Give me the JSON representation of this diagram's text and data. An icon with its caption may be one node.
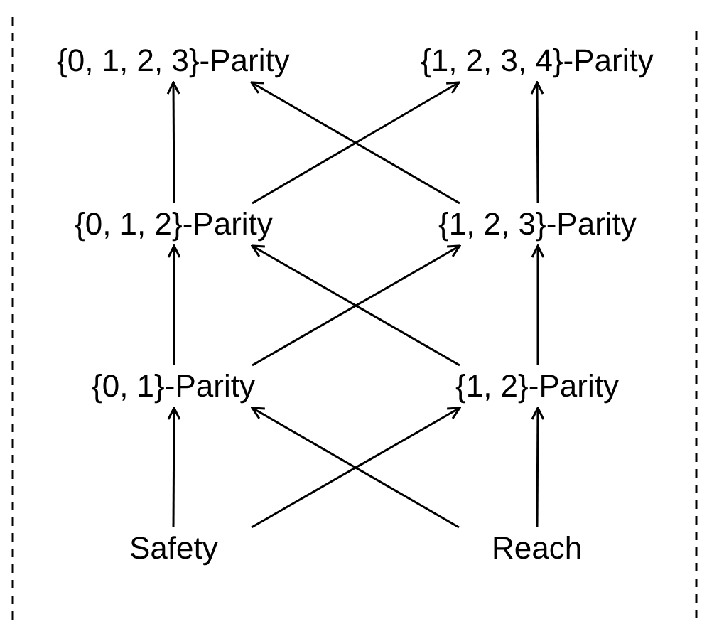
{
  "diagram": {
    "nodes": [
      {
        "text": [
          "{0, 1, 2, 3}-Parity"
        ]
      },
      {
        "text": [
          "{1, 2, 3, 4}-Parity"
        ]
      },
      {
        "text": [
          "{0, 1, 2}-Parity"
        ]
      },
      {
        "text": [
          "{1, 2, 3}-Parity"
        ]
      },
      {
        "text": [
          "{0, 1}-Parity"
        ]
      },
      {
        "text": [
          "{1, 2}-Parity"
        ]
      },
      {
        "text": [
          "Safety"
        ]
      },
      {
        "text": [
          "Reach"
        ]
      }
    ],
    "edges": [
      {
        "from": 6,
        "to": 4,
        "arrow": "to"
      },
      {
        "from": 6,
        "to": 5,
        "arrow": "to"
      },
      {
        "from": 7,
        "to": 4,
        "arrow": "to"
      },
      {
        "from": 7,
        "to": 5,
        "arrow": "to"
      },
      {
        "from": 4,
        "to": 2,
        "arrow": "to"
      },
      {
        "from": 4,
        "to": 3,
        "arrow": "to"
      },
      {
        "from": 5,
        "to": 2,
        "arrow": "to"
      },
      {
        "from": 5,
        "to": 3,
        "arrow": "to"
      },
      {
        "from": 2,
        "to": 0,
        "arrow": "to"
      },
      {
        "from": 2,
        "to": 1,
        "arrow": "to"
      },
      {
        "from": 3,
        "to": 0,
        "arrow": "to"
      },
      {
        "from": 3,
        "to": 1,
        "arrow": "to"
      }
    ]
  }
}
